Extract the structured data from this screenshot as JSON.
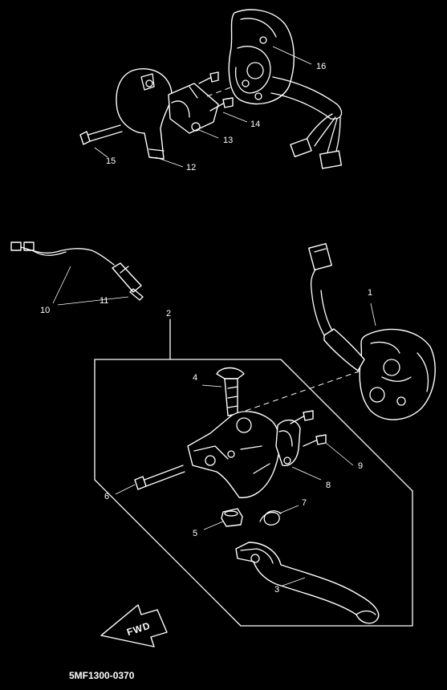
{
  "diagram": {
    "callouts": [
      "1",
      "2",
      "3",
      "4",
      "5",
      "6",
      "7",
      "8",
      "9",
      "10",
      "11",
      "12",
      "13",
      "14",
      "15",
      "16"
    ],
    "direction_label": "FWD",
    "figure_code": "5MF1300-0370"
  }
}
